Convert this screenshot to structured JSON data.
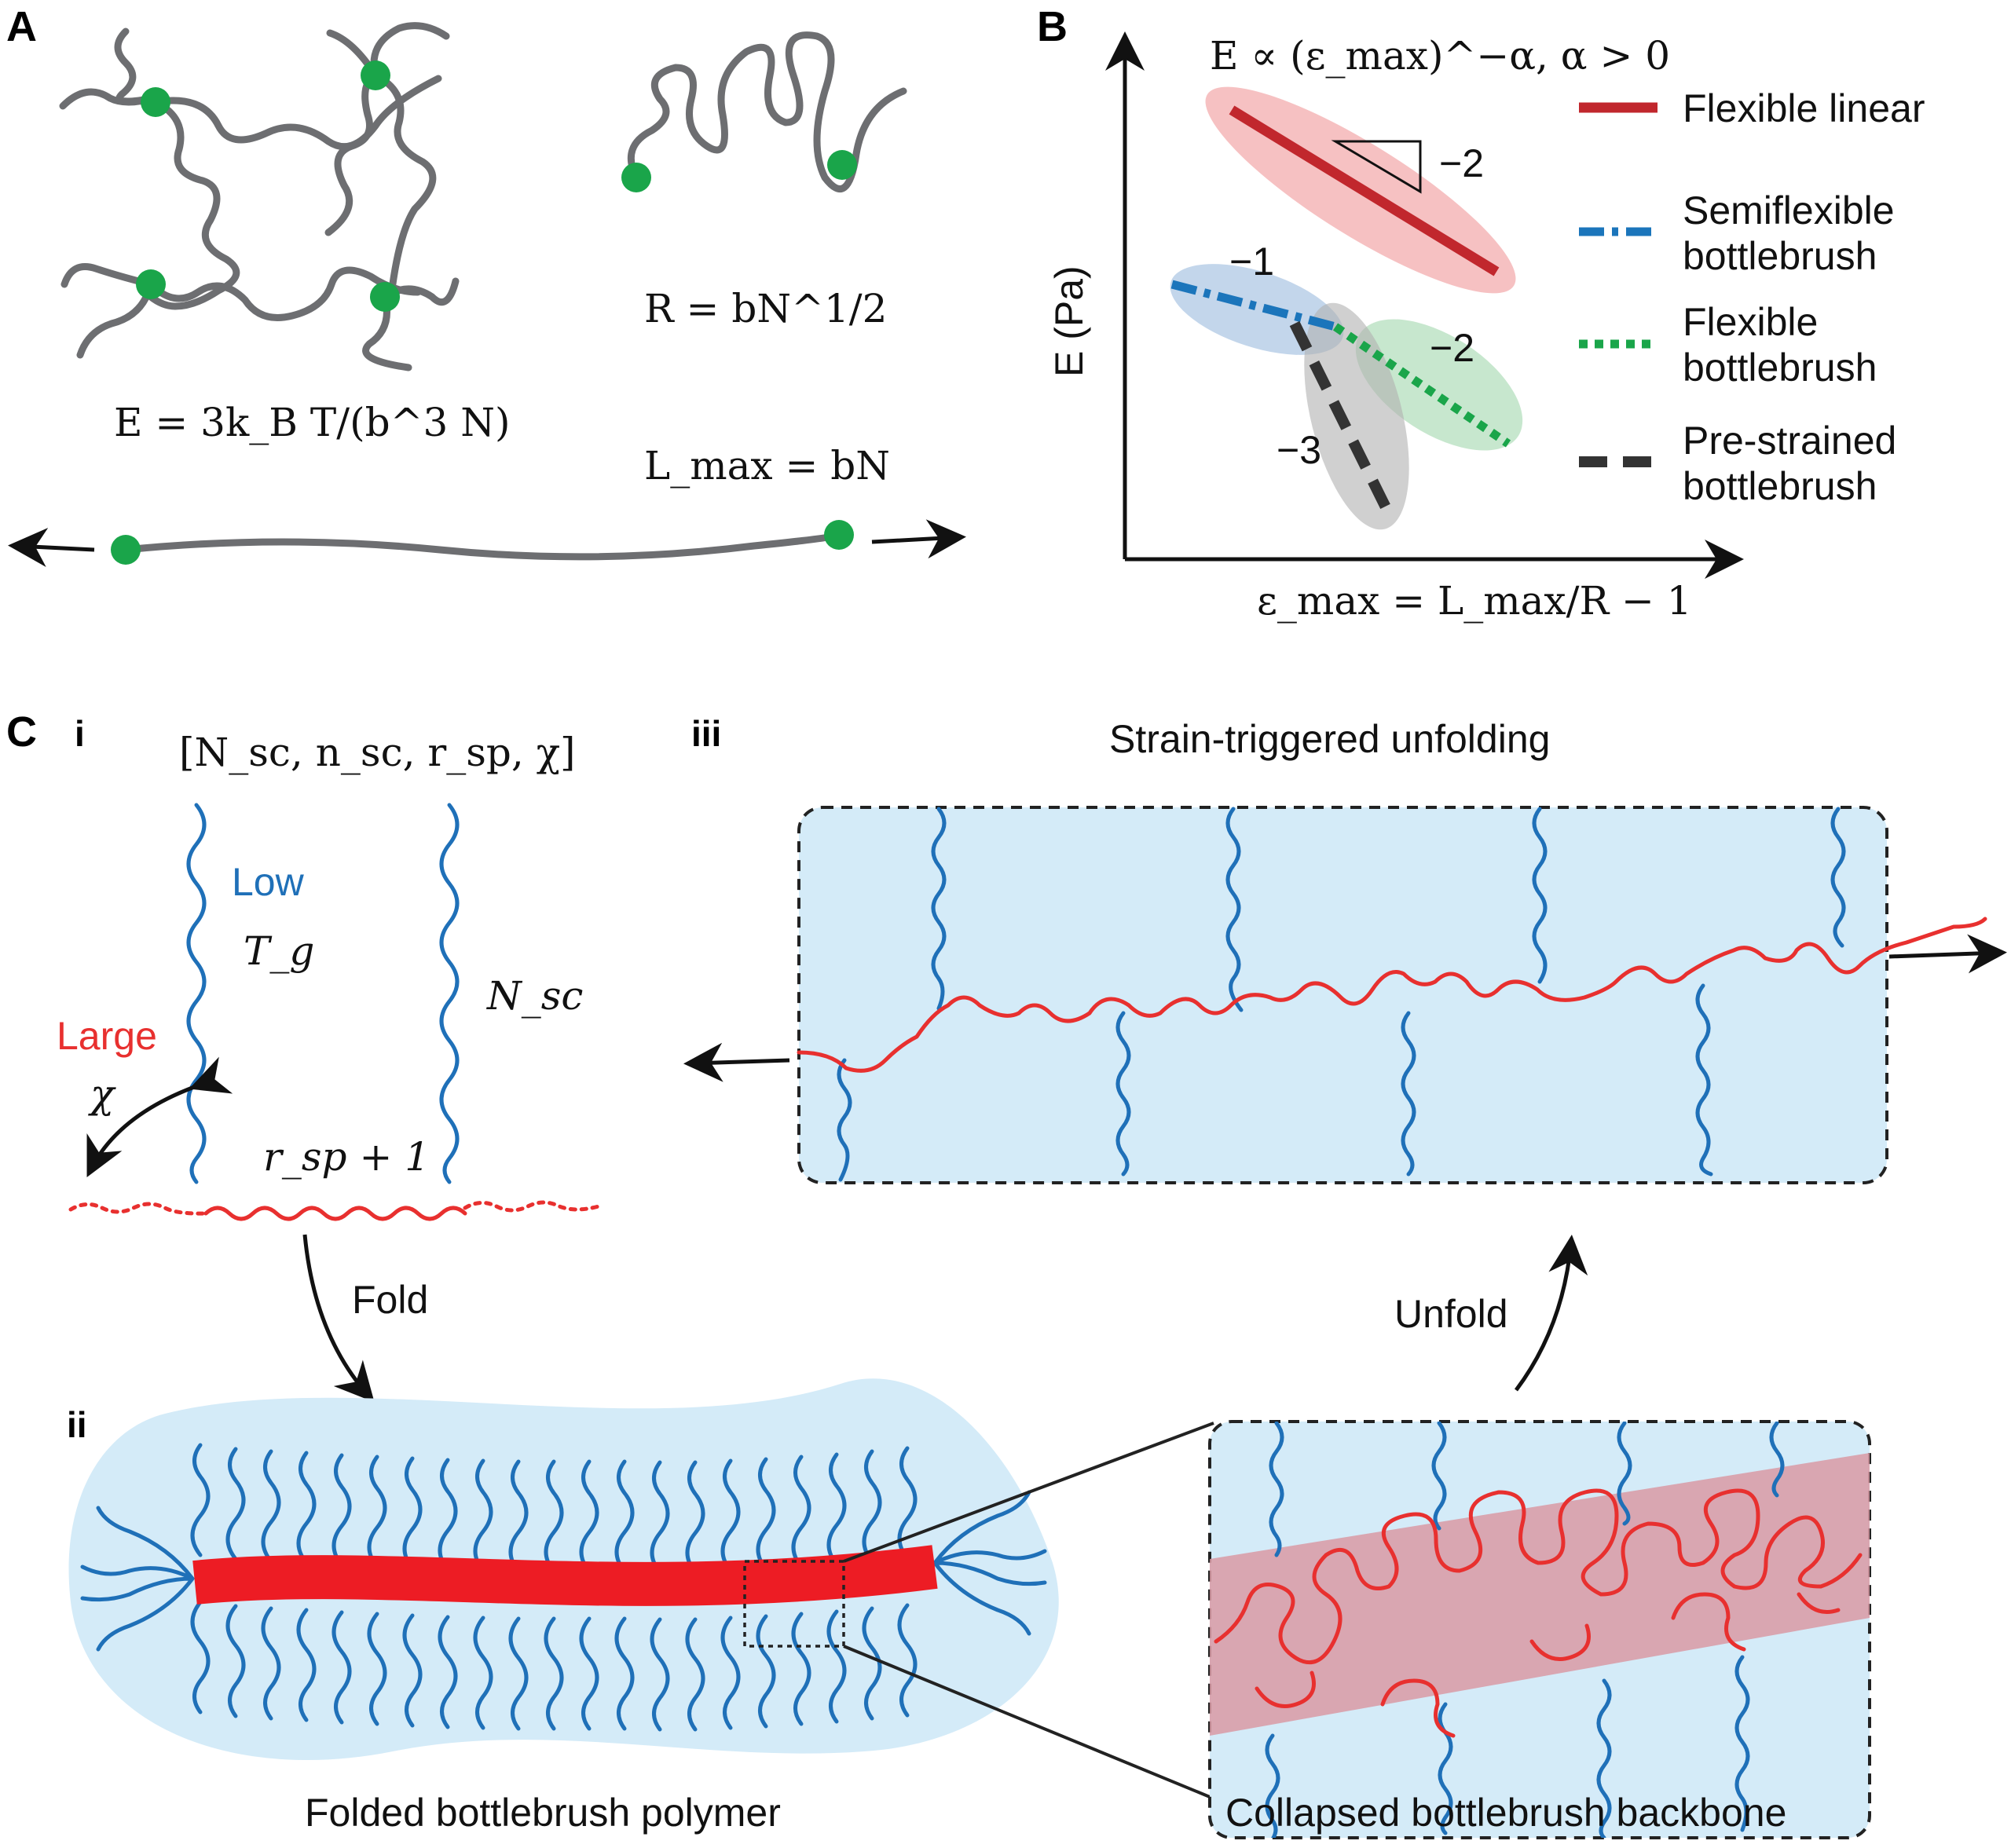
{
  "panel_a": {
    "label": "A",
    "network_modulus": "E = 3k_B T/(b^3 N)",
    "coil_size": "R = bN^1/2",
    "contour_length": "L_max = bN"
  },
  "panel_b": {
    "label": "B",
    "scaling_law": "E ∝ (ε_max)^−α, α > 0",
    "y_axis": "E (Pa)",
    "x_axis": "ε_max = L_max/R − 1",
    "slopes": {
      "flexible_linear": "−2",
      "semiflexible": "−1",
      "flexible_bb": "−2",
      "prestrained": "−3"
    },
    "legend": [
      {
        "line1": "Flexible linear",
        "line2": "",
        "color": "#c1272d",
        "style": "solid"
      },
      {
        "line1": "Semiflexible",
        "line2": "bottlebrush",
        "color": "#1b75bb",
        "style": "dashdot"
      },
      {
        "line1": "Flexible",
        "line2": "bottlebrush",
        "color": "#1aa54a",
        "style": "dotted"
      },
      {
        "line1": "Pre-strained",
        "line2": "bottlebrush",
        "color": "#333333",
        "style": "dashed"
      }
    ],
    "colors": {
      "linear": "#c1272d",
      "semiflexible": "#1b75bb",
      "flexible": "#1aa54a",
      "prestrained": "#333333"
    }
  },
  "panel_c": {
    "label": "C",
    "sub_i": "i",
    "sub_ii": "ii",
    "sub_iii": "iii",
    "params": "[N_sc, n_sc, r_sp, χ]",
    "low": "Low",
    "tg": "T_g",
    "large": "Large",
    "chi": "χ",
    "nsc": "N_sc",
    "spacing": "r_sp + 1",
    "fold": "Fold",
    "unfold": "Unfold",
    "title_iii": "Strain-triggered unfolding",
    "caption_ii": "Folded bottlebrush polymer",
    "caption_zoom": "Collapsed bottlebrush backbone",
    "colors": {
      "side_chain": "#1f70b8",
      "backbone": "#e8302f",
      "envelope": "#d4ebf8"
    }
  }
}
